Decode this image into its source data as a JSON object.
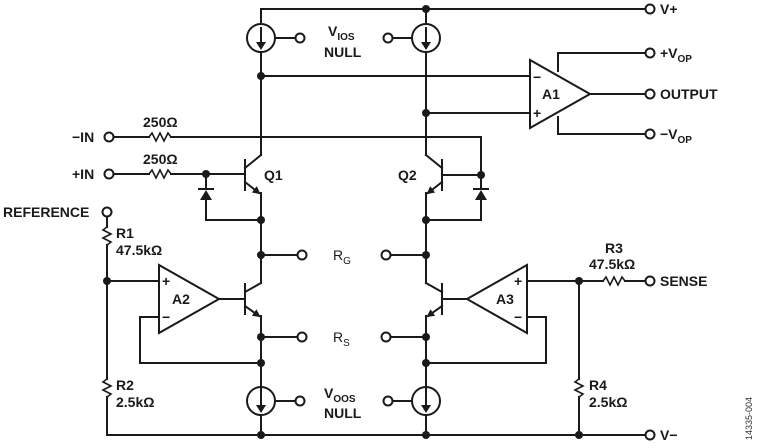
{
  "diagram": {
    "type": "schematic",
    "figure_id": "14335-004",
    "colors": {
      "ink": "#1a1a1a",
      "background": "#ffffff"
    },
    "terminals": {
      "v_plus": "V+",
      "v_minus": "V−",
      "plus_vop_prefix": "+V",
      "plus_vop_sub": "OP",
      "minus_vop_prefix": "−V",
      "minus_vop_sub": "OP",
      "output": "OUTPUT",
      "minus_in": "−IN",
      "plus_in": "+IN",
      "reference": "REFERENCE",
      "sense": "SENSE"
    },
    "labels": {
      "vios_main": "V",
      "vios_sub": "IOS",
      "vios_null": "NULL",
      "voos_main": "V",
      "voos_sub": "OOS",
      "voos_null": "NULL",
      "rg_main": "R",
      "rg_sub": "G",
      "rs_main": "R",
      "rs_sub": "S"
    },
    "transistors": {
      "q1": "Q1",
      "q2": "Q2"
    },
    "amplifiers": {
      "a1": {
        "name": "A1",
        "minus": "−",
        "plus": "+"
      },
      "a2": {
        "name": "A2",
        "minus": "−",
        "plus": "+"
      },
      "a3": {
        "name": "A3",
        "minus": "−",
        "plus": "+"
      }
    },
    "resistors": {
      "r_in_minus": {
        "value": "250Ω"
      },
      "r_in_plus": {
        "value": "250Ω"
      },
      "r1": {
        "name": "R1",
        "value": "47.5kΩ"
      },
      "r2": {
        "name": "R2",
        "value": "2.5kΩ"
      },
      "r3": {
        "name": "R3",
        "value": "47.5kΩ"
      },
      "r4": {
        "name": "R4",
        "value": "2.5kΩ"
      }
    }
  }
}
